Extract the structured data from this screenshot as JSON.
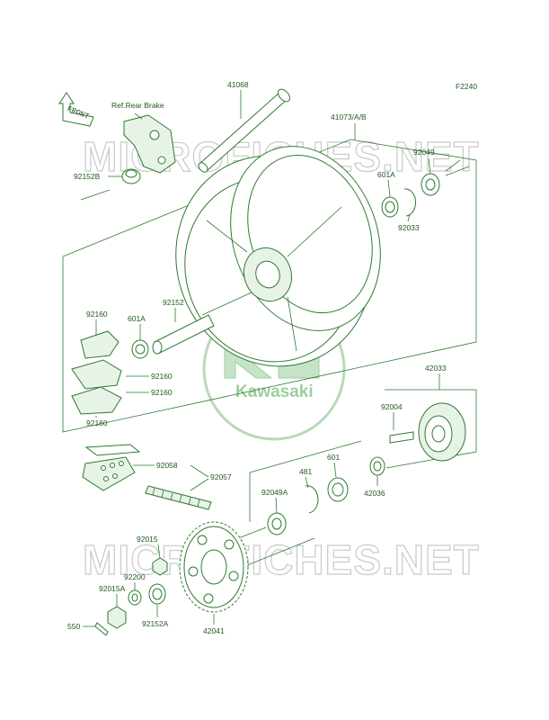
{
  "figure_code": "F2240",
  "front_marker": "FRONT",
  "ref_note": "Ref.Rear Brake",
  "watermark": "MICROFICHES.NET",
  "logo_text": "Kawasaki",
  "parts": {
    "p41068": "41068",
    "p41073": "41073/A/B",
    "p92049": "92049",
    "p601A_top": "601A",
    "p92033": "92033",
    "p92152B": "92152B",
    "p92160_a": "92160",
    "p601A_left": "601A",
    "p92152": "92152",
    "p92160_b": "92160",
    "p92160_c": "92160",
    "p92160_d": "92160",
    "p42033": "42033",
    "p92004": "92004",
    "p92058": "92058",
    "p92057": "92057",
    "p481": "481",
    "p601": "601",
    "p92049A": "92049A",
    "p42036": "42036",
    "p92015": "92015",
    "p92200": "92200",
    "p92015A": "92015A",
    "p550": "550",
    "p92152A": "92152A",
    "p42041": "42041"
  }
}
